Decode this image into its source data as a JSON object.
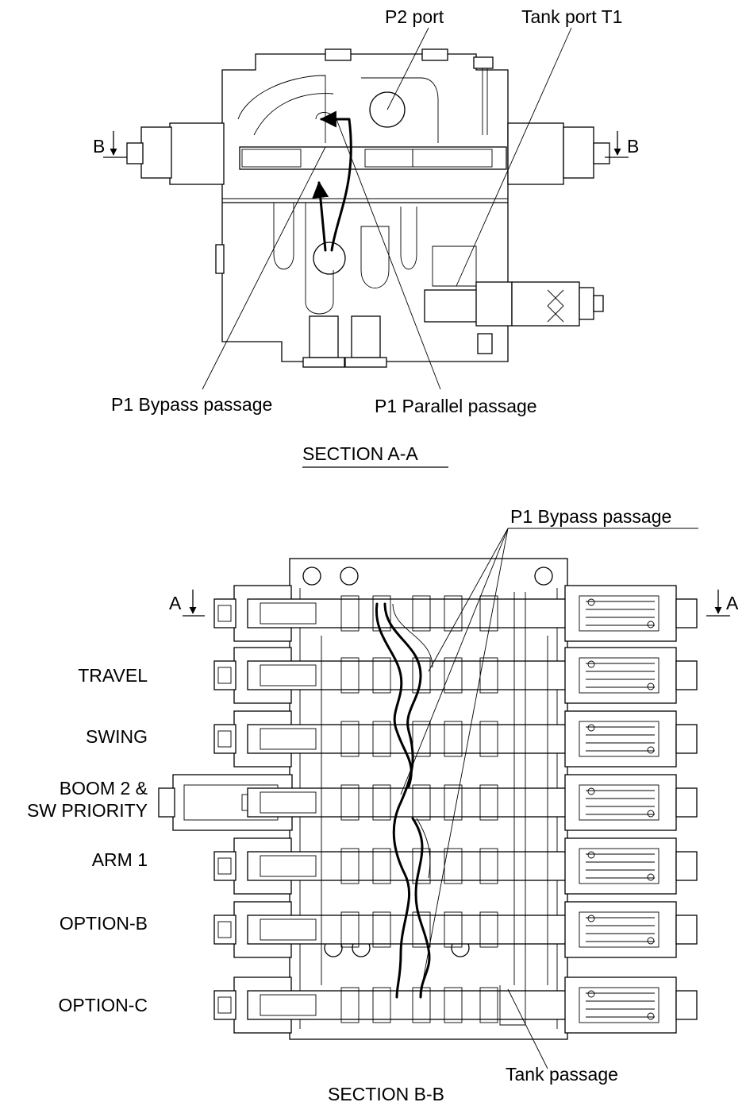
{
  "section_a": {
    "p2_port": "P2 port",
    "tank_port_t1": "Tank port  T1",
    "p1_bypass": "P1 Bypass passage",
    "p1_parallel": "P1 Parallel passage",
    "cut_left": "B",
    "cut_right": "B",
    "title": "SECTION  A-A"
  },
  "section_b": {
    "p1_bypass": "P1 Bypass passage",
    "cut_left": "A",
    "cut_right": "A",
    "spools": [
      {
        "label": "TRAVEL"
      },
      {
        "label": "SWING"
      },
      {
        "label": "BOOM 2 &",
        "label2": "SW PRIORITY"
      },
      {
        "label": "ARM 1"
      },
      {
        "label": "OPTION-B"
      },
      {
        "label": "OPTION-C"
      }
    ],
    "tank_passage": "Tank passage",
    "title": "SECTION  B-B"
  }
}
